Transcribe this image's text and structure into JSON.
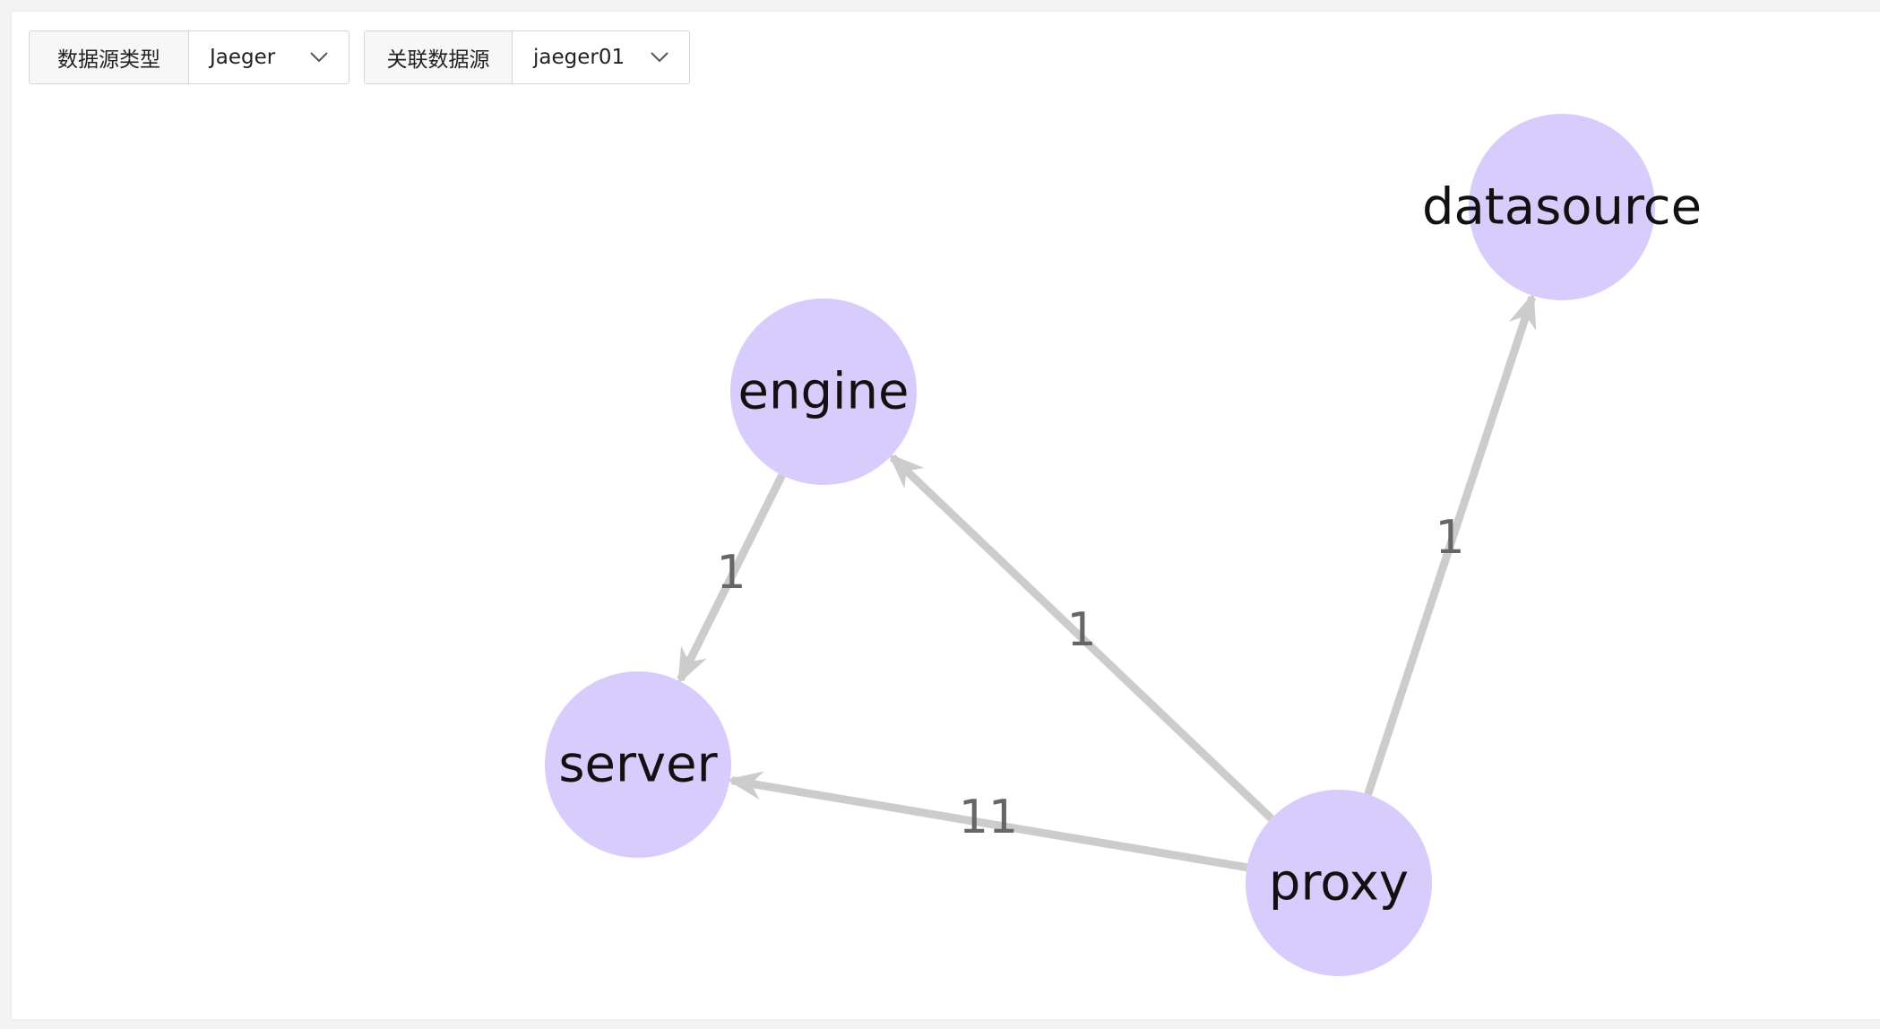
{
  "filters": {
    "datasource_type": {
      "label": "数据源类型",
      "value": "Jaeger"
    },
    "linked_datasource": {
      "label": "关联数据源",
      "value": "jaeger01"
    }
  },
  "graph": {
    "nodes": [
      {
        "id": "datasource",
        "label": "datasource"
      },
      {
        "id": "engine",
        "label": "engine"
      },
      {
        "id": "server",
        "label": "server"
      },
      {
        "id": "proxy",
        "label": "proxy"
      }
    ],
    "edges": [
      {
        "from": "engine",
        "to": "server",
        "label": "1"
      },
      {
        "from": "proxy",
        "to": "engine",
        "label": "1"
      },
      {
        "from": "proxy",
        "to": "datasource",
        "label": "1"
      },
      {
        "from": "proxy",
        "to": "server",
        "label": "11"
      }
    ]
  },
  "colors": {
    "node_fill": "#d8ccfc",
    "edge": "#cccccc",
    "edge_label": "#666666"
  }
}
